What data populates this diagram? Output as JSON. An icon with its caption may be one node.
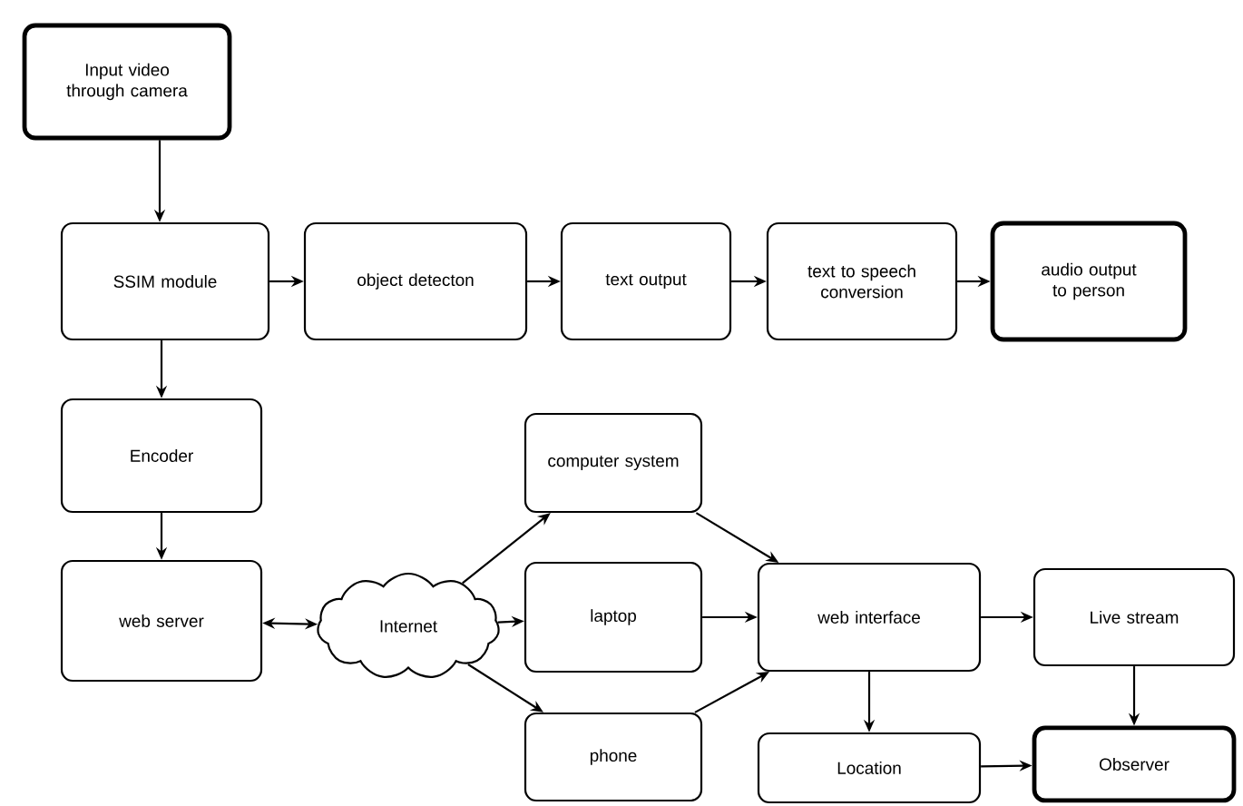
{
  "diagram": {
    "nodes": [
      {
        "text": [
          "Input video through camera"
        ]
      },
      {
        "text": [
          "SSIM module"
        ]
      },
      {
        "text": [
          "object detecton"
        ]
      },
      {
        "text": [
          "text output"
        ]
      },
      {
        "text": [
          "text to speech conversion"
        ]
      },
      {
        "text": [
          "audio output to person"
        ]
      },
      {
        "text": [
          "Encoder"
        ]
      },
      {
        "text": [
          "web server"
        ]
      },
      {
        "text": [
          "Internet"
        ]
      },
      {
        "text": [
          "computer system"
        ]
      },
      {
        "text": [
          "laptop"
        ]
      },
      {
        "text": [
          "phone"
        ]
      },
      {
        "text": [
          "web interface"
        ]
      },
      {
        "text": [
          "Live stream"
        ]
      },
      {
        "text": [
          "Location"
        ]
      },
      {
        "text": [
          "Observer"
        ]
      }
    ],
    "edges": [
      {
        "from": 0,
        "to": 1,
        "arrow": "to"
      },
      {
        "from": 1,
        "to": 2,
        "arrow": "to"
      },
      {
        "from": 2,
        "to": 3,
        "arrow": "to"
      },
      {
        "from": 3,
        "to": 4,
        "arrow": "to"
      },
      {
        "from": 4,
        "to": 5,
        "arrow": "to"
      },
      {
        "from": 1,
        "to": 6,
        "arrow": "to"
      },
      {
        "from": 6,
        "to": 7,
        "arrow": "to"
      },
      {
        "from": 7,
        "to": 8,
        "arrow": "both"
      },
      {
        "from": 8,
        "to": 9,
        "arrow": "to"
      },
      {
        "from": 8,
        "to": 10,
        "arrow": "to"
      },
      {
        "from": 8,
        "to": 11,
        "arrow": "to"
      },
      {
        "from": 9,
        "to": 12,
        "arrow": "to"
      },
      {
        "from": 10,
        "to": 12,
        "arrow": "to"
      },
      {
        "from": 11,
        "to": 12,
        "arrow": "to"
      },
      {
        "from": 12,
        "to": 13,
        "arrow": "to"
      },
      {
        "from": 12,
        "to": 14,
        "arrow": "to"
      },
      {
        "from": 13,
        "to": 15,
        "arrow": "to"
      },
      {
        "from": 14,
        "to": 15,
        "arrow": "to"
      }
    ]
  }
}
